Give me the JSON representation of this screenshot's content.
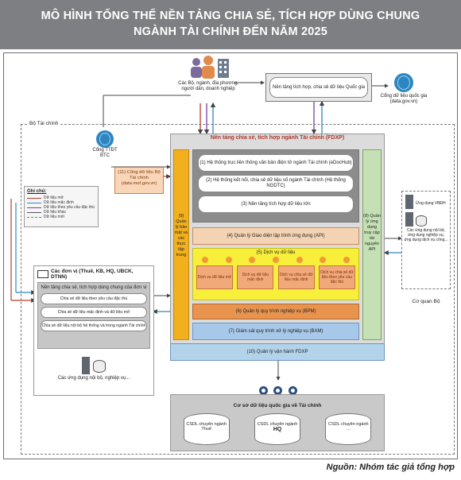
{
  "title": {
    "line1": "MÔ HÌNH TỔNG THỂ NỀN TẢNG CHIA SẺ, TÍCH HỢP DÙNG CHUNG",
    "line2": "NGÀNH TÀI CHÍNH ĐẾN NĂM 2025"
  },
  "source": "Nguồn: Nhóm tác giả tổng hợp",
  "top": {
    "actors": "Các Bộ, ngành, địa phương, người dân, doanh nghiệp",
    "national_platform": "Nền tảng tích hợp, chia sẻ dữ liệu Quốc gia",
    "national_portal": "Cổng dữ liệu quốc gia (data.gov.vn)"
  },
  "ministry_label": "Bộ Tài chính",
  "ttdt": "Cổng TTĐT BTC",
  "data_portal": "(11) Cổng dữ liệu Bộ Tài chính (data.mof.gov.vn)",
  "legend": {
    "title": "Ghi chú:",
    "items": [
      "Dữ liệu mở",
      "Dữ liệu mặc định",
      "Dữ liệu theo yêu cầu đặc thù",
      "Dữ liệu khác",
      "Dữ liệu mới"
    ]
  },
  "fdxp": {
    "title": "Nền tảng chia sẻ, tích hợp ngành Tài chính (FDXP)",
    "side_left": "(9) Quản lý bảo mật và các thực tập trung",
    "side_right": "(8) Quản lý ứng dụng truy cập tài nguyên API",
    "items": [
      "(1) Hệ thống trục liên thông văn bản điện tử ngành Tài chính (eDocHub)",
      "(2) Hệ thống kết nối, chia sẻ dữ liệu số ngành Tài chính (Hệ thống NGDTC)",
      "(3) Nền tảng tích hợp dữ liệu lớn"
    ],
    "api": "(4) Quản lý Giao diện lập trình ứng dụng (API)",
    "services_title": "(5) Dịch vụ dữ liệu",
    "services": [
      "Dịch vụ dữ liệu mở",
      "Dịch vụ dữ liệu mặc định",
      "Dịch vụ chia sẻ dữ liệu mặc định",
      "Dịch vụ chia sẻ dữ liệu theo yêu cầu đặc thù"
    ],
    "bpm": "(6) Quản lý quy trình nghiệp vụ (BPM)",
    "bam": "(7) Giám sát quy trình xử lý nghiệp vụ (BAM)",
    "mgmt": "(10) Quản lý vận hành FDXP"
  },
  "units": {
    "title": "Các đơn vị (Thuế, KB, HQ, UBCK, DTNN)",
    "box_title": "Nền tảng chia sẻ, tích hợp dùng chung của đơn vị",
    "items": [
      "Chia sẻ dữ liệu theo yêu cầu đặc thù",
      "Chia sẻ dữ liệu mặc định và dữ liệu mở",
      "Chia sẻ dữ liệu nội bộ hệ thống và trong ngành Tài chính"
    ],
    "apps": "Các ứng dụng nội bộ, nghiệp vụ..."
  },
  "agencies": {
    "apps1": "Ứng dụng VBĐH",
    "apps2": "Các ứng dụng nội bộ, ứng dụng nghiệp vụ, ứng dụng dịch vụ công...",
    "label": "Cơ quan Bộ"
  },
  "db_section": {
    "title": "Cơ sở dữ liệu quốc gia về Tài chính",
    "dbs": [
      {
        "line1": "CSDL chuyên ngành",
        "line2": "Thuế"
      },
      {
        "line1": "CSDL chuyên ngành",
        "line2": "HQ"
      },
      {
        "line1": "CSDL chuyên ngành",
        "line2": "..."
      }
    ]
  },
  "colors": {
    "header_bg": "#7d7f82",
    "fdxp_bg": "#dcdcdc",
    "security_bar": "#f2b01e",
    "api_bar": "#f4d2b4",
    "services_bg": "#f7ef3a",
    "service_card": "#f2a97a",
    "bpm_bar": "#e8944f",
    "bam_bar": "#a7c8e8",
    "mgmt_bar": "#b2d3ea",
    "right_bar": "#c5e0b4"
  }
}
